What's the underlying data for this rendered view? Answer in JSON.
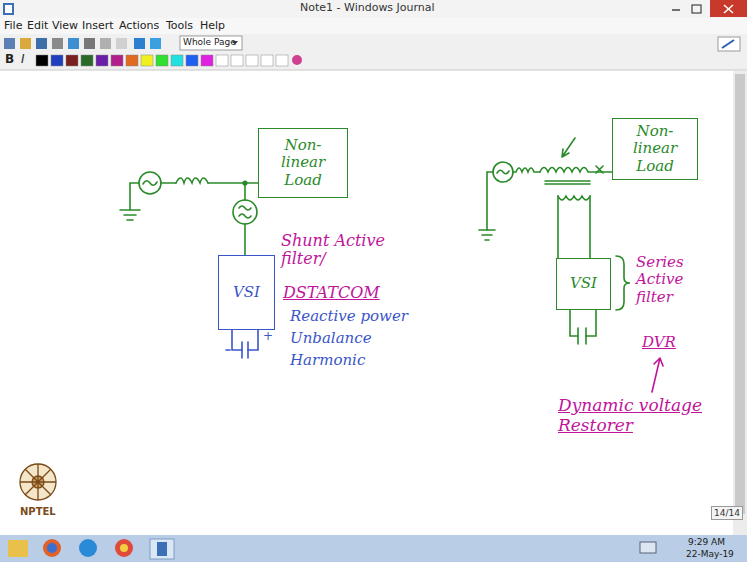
{
  "diagram": {
    "nodes": [
      {
        "text": [
          "Non-linear Load"
        ]
      },
      {
        "text": [
          "VSI"
        ]
      },
      {
        "text": [
          "Non-linear Load"
        ]
      },
      {
        "text": [
          "VSI"
        ]
      }
    ],
    "labels": [
      "Note1 - Windows Journal",
      "File",
      "Edit",
      "View",
      "Insert",
      "Actions",
      "Tools",
      "Help",
      "Whole Page",
      "B",
      "I",
      "Shunt Active filter/",
      "DSTATCOM",
      "Reactive power",
      "Unbalance",
      "Harmonic",
      "+",
      "Series Active filter",
      "DVR",
      "Dynamic voltage Restorer",
      "NPTEL",
      "14/14",
      "9:29 AM",
      "22-May-19"
    ]
  }
}
